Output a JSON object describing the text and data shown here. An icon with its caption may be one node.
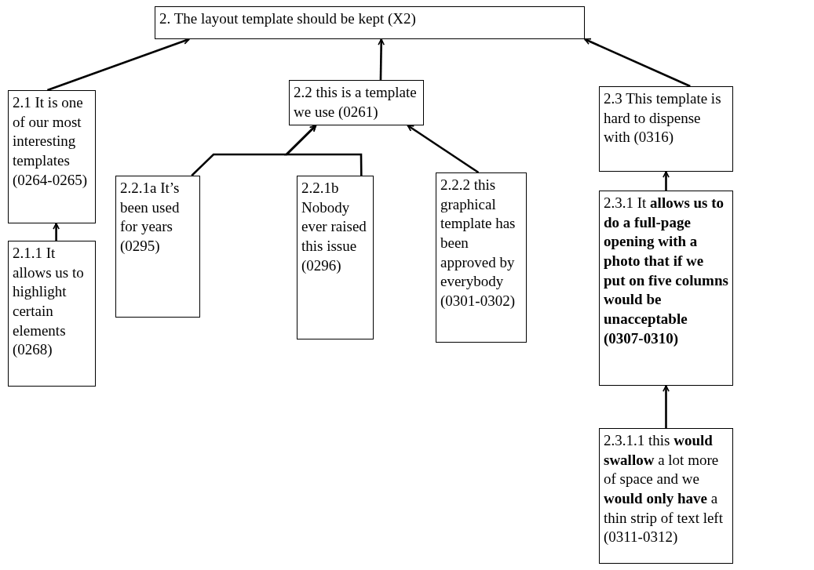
{
  "diagram": {
    "nodes": [
      {
        "text": [
          "2. The layout template should be kept (X2)"
        ]
      },
      {
        "text": [
          "2.1 It is one of our most interesting templates (0264-0265)"
        ]
      },
      {
        "text": [
          "2.1.1 It allows us to highlight certain elements (0268)"
        ]
      },
      {
        "text": [
          "2.2 this is a template we use (0261)"
        ]
      },
      {
        "text": [
          "2.2.1a It’s been used for years (0295)"
        ]
      },
      {
        "text": [
          "2.2.1b Nobody ever raised this issue (0296)"
        ]
      },
      {
        "text": [
          "2.2.2 this graphical template has been approved by everybody (0301-0302)"
        ]
      },
      {
        "text": [
          "2.3 This template is hard to dispense with (0316)"
        ]
      },
      {
        "text": [
          "2.3.1 It **allows us to do a full-page opening with a photo that if we put on five columns would be unacceptable (0307-0310)**"
        ]
      },
      {
        "text": [
          "2.3.1.1 this **would swallow** a lot more of space and we **would only have** a thin strip of text left (0311-0312)"
        ]
      }
    ],
    "edges": [
      {
        "from": 1,
        "to": 0,
        "arrow": "to"
      },
      {
        "from": 2,
        "to": 1,
        "arrow": "to"
      },
      {
        "from": 3,
        "to": 0,
        "arrow": "to"
      },
      {
        "from": 4,
        "to": 3,
        "arrow": "to"
      },
      {
        "from": 5,
        "to": 3,
        "arrow": "to"
      },
      {
        "from": 6,
        "to": 3,
        "arrow": "to"
      },
      {
        "from": 7,
        "to": 0,
        "arrow": "to"
      },
      {
        "from": 8,
        "to": 7,
        "arrow": "to"
      },
      {
        "from": 9,
        "to": 8,
        "arrow": "to"
      }
    ]
  }
}
